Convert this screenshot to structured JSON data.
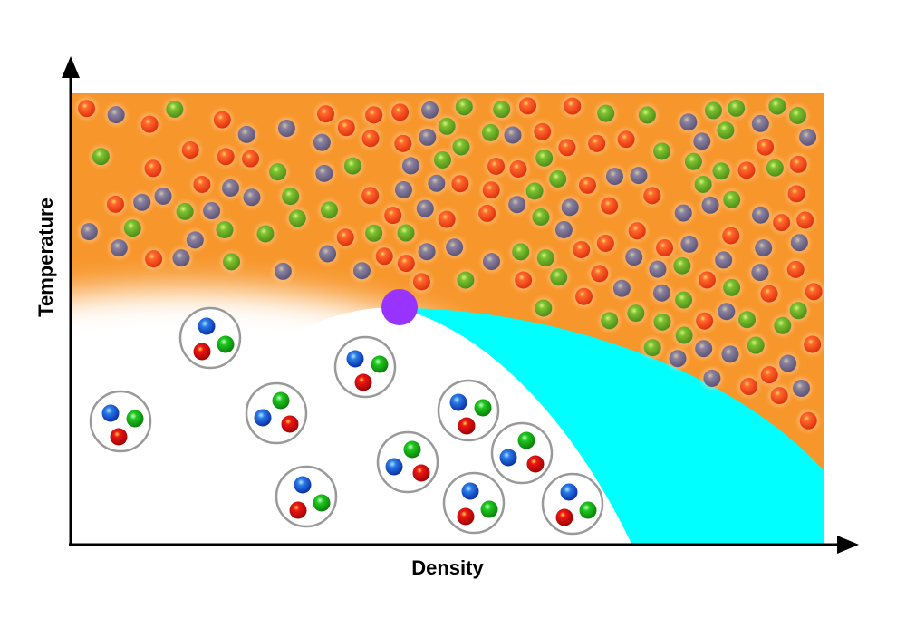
{
  "diagram": {
    "x_axis_label": "Density",
    "y_axis_label": "Temperature",
    "colors": {
      "hadron_phase": "#ffffff",
      "quark_gluon_plasma": "#f7962a",
      "color_superconductor": "#00ffff",
      "critical_point": "#9933ff",
      "quark_red": "#ff4a1c",
      "quark_green": "#6fb82a",
      "quark_gray": "#857a99",
      "baryon_outline": "#999999",
      "baryon_quark_colors": [
        "#1f5fe0",
        "#1bb81b",
        "#e01010"
      ]
    },
    "icons": [
      "critical-point-marker",
      "quark-particle",
      "baryon-bound-state"
    ]
  }
}
